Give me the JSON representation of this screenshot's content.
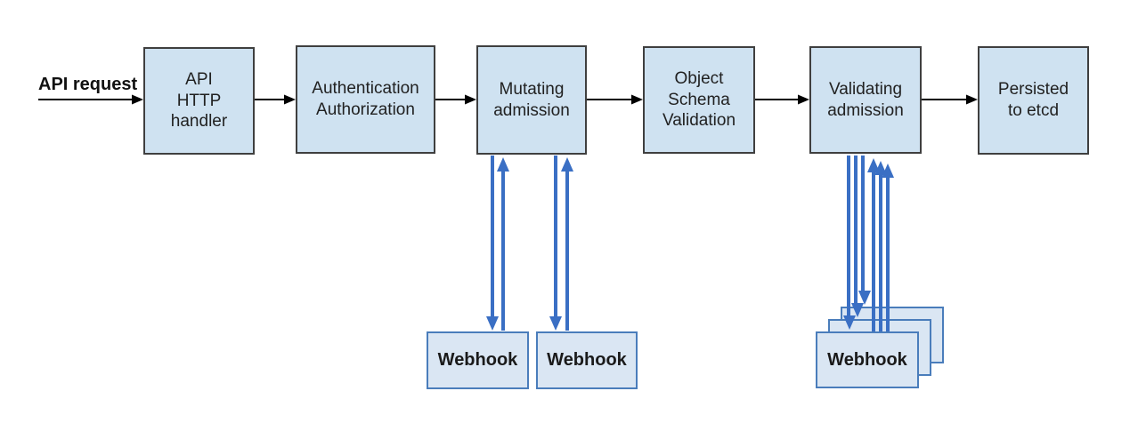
{
  "colors": {
    "box_fill": "#cfe2f1",
    "box_border": "#3f3f3f",
    "webhook_fill": "#dae6f3",
    "webhook_border": "#4a7dbb",
    "arrow_blue": "#3a6fc4",
    "arrow_black": "#000000",
    "text": "#212121"
  },
  "input_label": "API request",
  "pipeline": [
    {
      "label": "API\nHTTP\nhandler"
    },
    {
      "label": "Authentication\nAuthorization"
    },
    {
      "label": "Mutating\nadmission"
    },
    {
      "label": "Object\nSchema\nValidation"
    },
    {
      "label": "Validating\nadmission"
    },
    {
      "label": "Persisted\nto etcd"
    }
  ],
  "webhooks": {
    "mutating": [
      {
        "label": "Webhook"
      },
      {
        "label": "Webhook"
      }
    ],
    "validating": [
      {
        "label": "Webhook"
      }
    ]
  }
}
